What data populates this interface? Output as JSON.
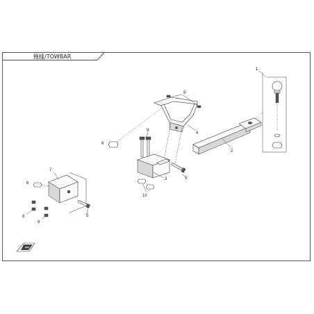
{
  "page": {
    "title": "拖挂/TOWBAR"
  },
  "callouts": {
    "c1": "1",
    "c2": "2",
    "c3": "3",
    "c4": "4",
    "c5a": "5",
    "c5b": "5",
    "c6a": "6",
    "c6b": "6",
    "c7": "7",
    "c8a": "8",
    "c8b": "8",
    "c8c": "8",
    "c9": "9",
    "c10": "10"
  }
}
